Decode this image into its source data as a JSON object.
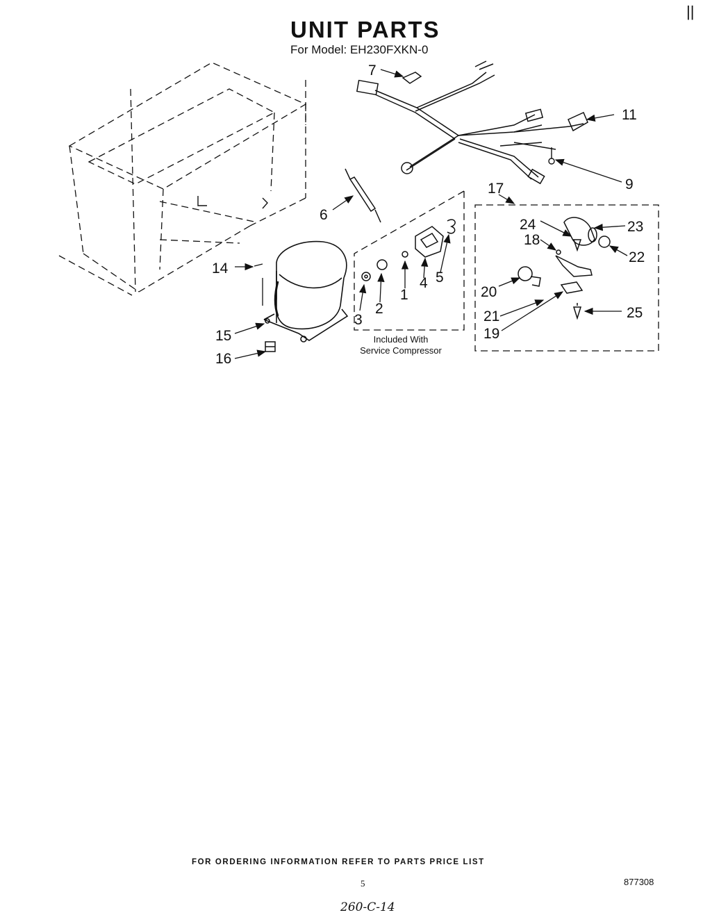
{
  "header": {
    "title": "UNIT PARTS",
    "model": "For Model: EH230FXKN-0",
    "corner_mark": "||"
  },
  "callouts": [
    {
      "id": "c7",
      "label": "7"
    },
    {
      "id": "c11",
      "label": "11"
    },
    {
      "id": "c9",
      "label": "9"
    },
    {
      "id": "c6",
      "label": "6"
    },
    {
      "id": "c17",
      "label": "17"
    },
    {
      "id": "c24",
      "label": "24"
    },
    {
      "id": "c23",
      "label": "23"
    },
    {
      "id": "c18",
      "label": "18"
    },
    {
      "id": "c22",
      "label": "22"
    },
    {
      "id": "c20",
      "label": "20"
    },
    {
      "id": "c21",
      "label": "21"
    },
    {
      "id": "c19",
      "label": "19"
    },
    {
      "id": "c25",
      "label": "25"
    },
    {
      "id": "c14",
      "label": "14"
    },
    {
      "id": "c15",
      "label": "15"
    },
    {
      "id": "c16",
      "label": "16"
    },
    {
      "id": "c3",
      "label": "3"
    },
    {
      "id": "c2",
      "label": "2"
    },
    {
      "id": "c1",
      "label": "1"
    },
    {
      "id": "c4",
      "label": "4"
    },
    {
      "id": "c5",
      "label": "5"
    }
  ],
  "note": {
    "line1": "Included With",
    "line2": "Service Compressor"
  },
  "footer": {
    "ordering_info": "FOR ORDERING INFORMATION REFER TO PARTS PRICE LIST",
    "page_number": "5",
    "document_number": "877308",
    "handwritten": "260-C-14"
  }
}
